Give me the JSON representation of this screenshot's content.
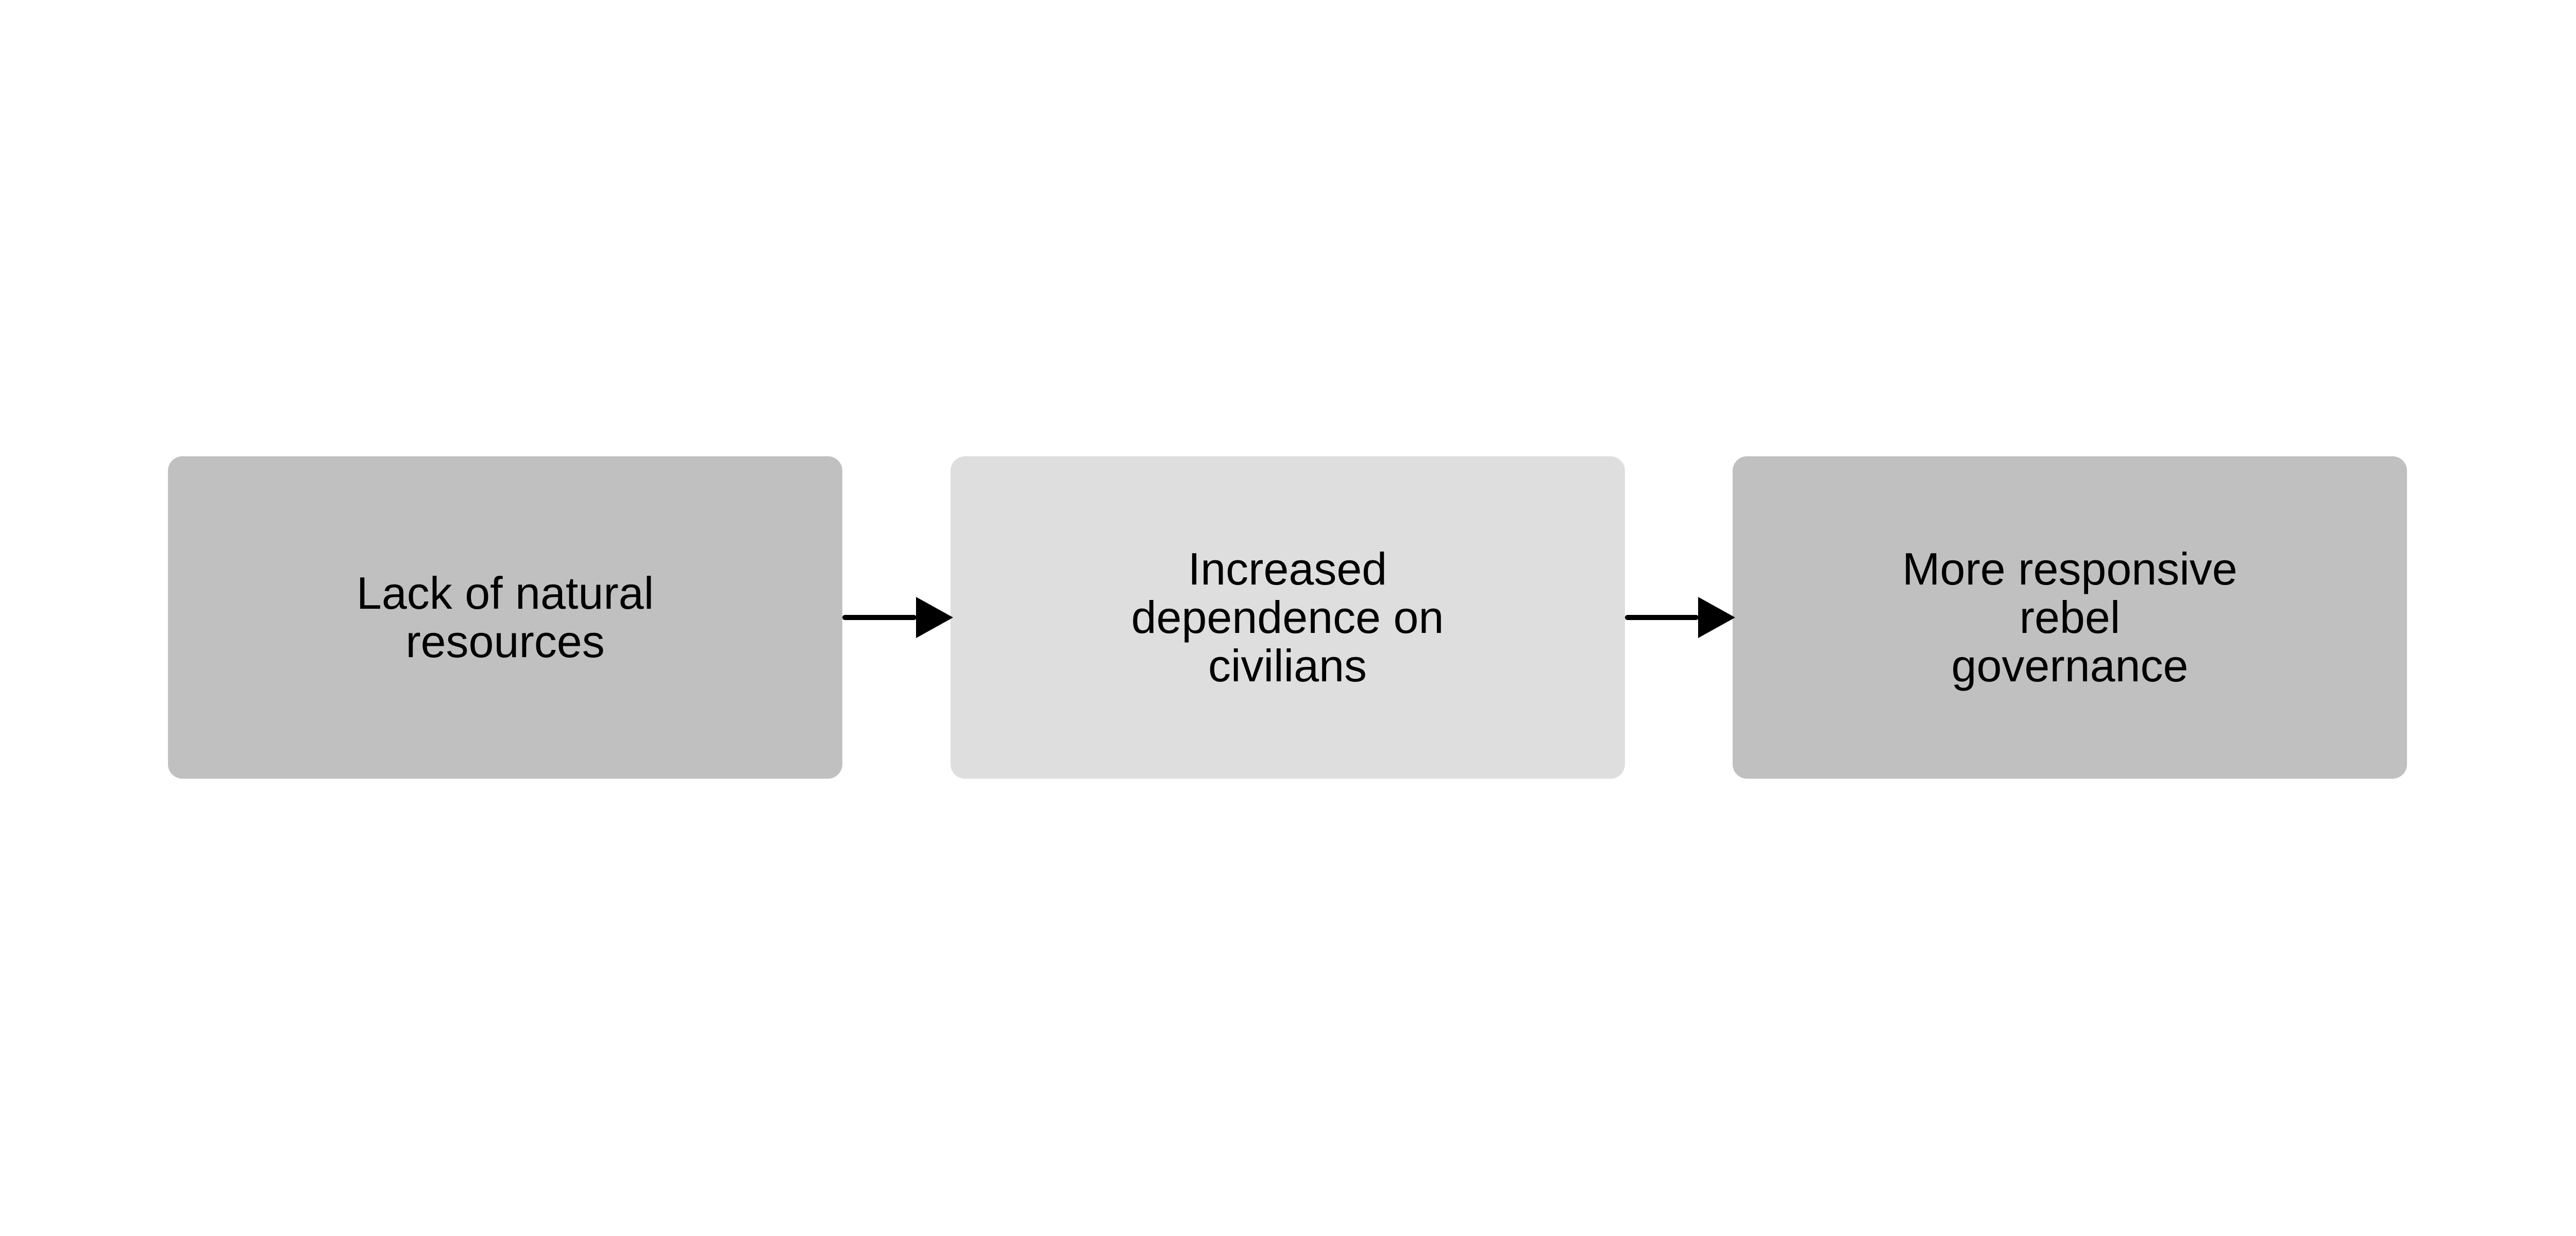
{
  "nodes": [
    {
      "id": "lack-of-natural-resources",
      "label": "Lack of natural\nresources",
      "fill": "#c0c0c0"
    },
    {
      "id": "increased-dependence-on-civilians",
      "label": "Increased\ndependence on\ncivilians",
      "fill": "#dedede"
    },
    {
      "id": "more-responsive-rebel-governance",
      "label": "More responsive\nrebel\ngovernance",
      "fill": "#c0c0c0"
    }
  ],
  "edges": [
    {
      "from": "lack-of-natural-resources",
      "to": "increased-dependence-on-civilians"
    },
    {
      "from": "increased-dependence-on-civilians",
      "to": "more-responsive-rebel-governance"
    }
  ],
  "colors": {
    "edge": "#000000"
  }
}
